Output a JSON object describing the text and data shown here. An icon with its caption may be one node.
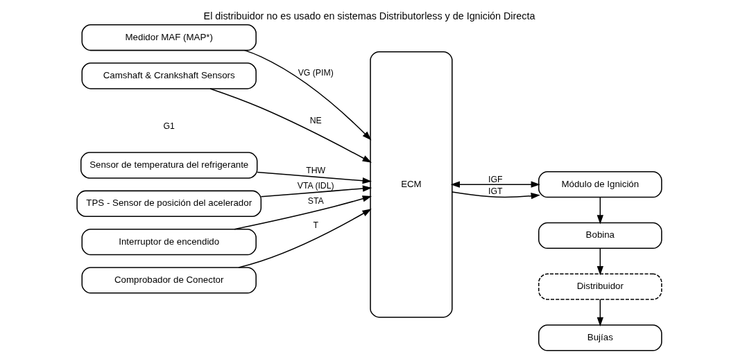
{
  "diagram": {
    "title": "El distribuidor no es usado en sistemas Distributorless y de Ignición Directa",
    "nodes": [
      {
        "text": [
          "Medidor MAF (MAP*)"
        ]
      },
      {
        "text": [
          "Camshaft & Crankshaft Sensors"
        ]
      },
      {
        "text": [
          "Sensor de temperatura del refrigerante"
        ]
      },
      {
        "text": [
          "TPS - Sensor de posición del acelerador"
        ]
      },
      {
        "text": [
          "Interruptor de encendido"
        ]
      },
      {
        "text": [
          "Comprobador de Conector"
        ]
      },
      {
        "text": [
          "ECM"
        ]
      },
      {
        "text": [
          "Módulo de Ignición"
        ]
      },
      {
        "text": [
          "Bobina"
        ]
      },
      {
        "text": [
          "Distribuidor"
        ]
      },
      {
        "text": [
          "Bujías"
        ]
      }
    ],
    "edges": [
      {
        "from": 0,
        "to": 6,
        "arrow": "to",
        "label": "VG (PIM)"
      },
      {
        "from": 1,
        "to": 6,
        "arrow": "to",
        "label": "NE"
      },
      {
        "from": 2,
        "to": 6,
        "arrow": "to",
        "label": "THW"
      },
      {
        "from": 3,
        "to": 6,
        "arrow": "to",
        "label": "VTA (IDL)"
      },
      {
        "from": 4,
        "to": 6,
        "arrow": "to",
        "label": "STA"
      },
      {
        "from": 5,
        "to": 6,
        "arrow": "to",
        "label": "T"
      },
      {
        "from": 6,
        "to": 7,
        "arrow": "both",
        "label": "IGF"
      },
      {
        "from": 6,
        "to": 7,
        "arrow": "to",
        "label": "IGT"
      },
      {
        "from": 7,
        "to": 8,
        "arrow": "to"
      },
      {
        "from": 8,
        "to": 9,
        "arrow": "to"
      },
      {
        "from": 9,
        "to": 10,
        "arrow": "to"
      }
    ],
    "labels": [
      "G1"
    ]
  }
}
